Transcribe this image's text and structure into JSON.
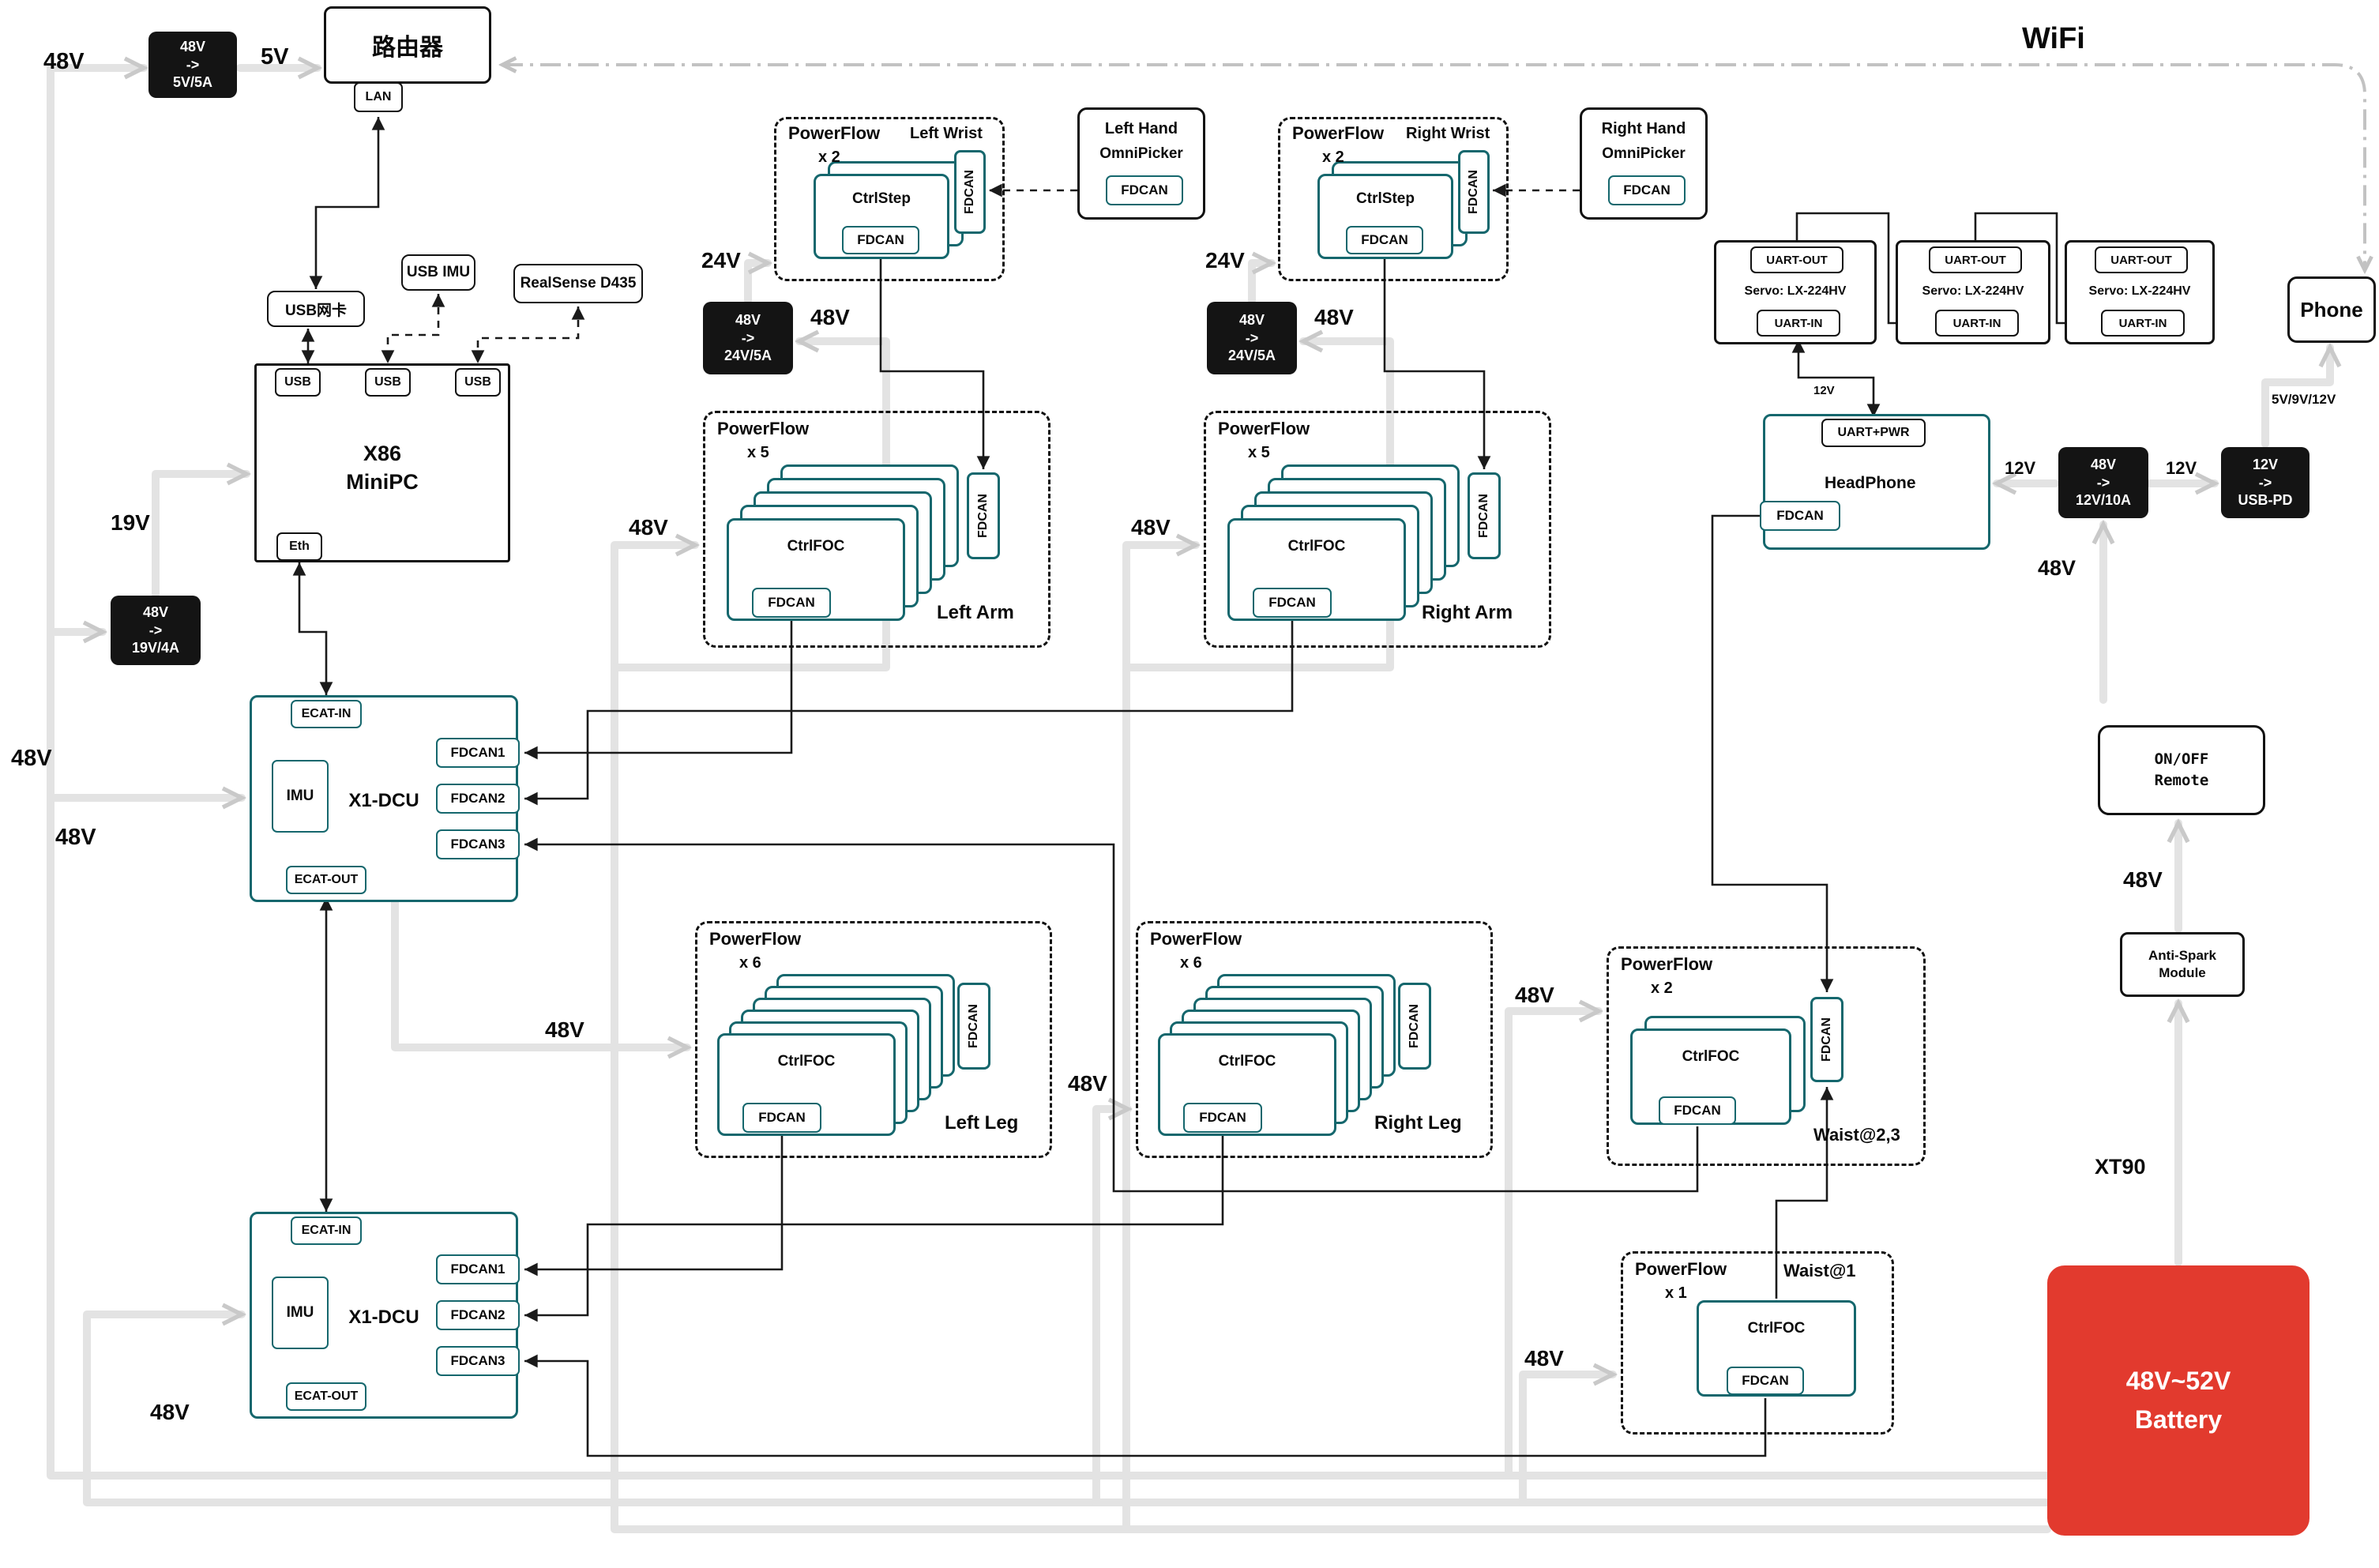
{
  "colors": {
    "teal": "#15676d",
    "battery_red": "#e23a2e",
    "power_gray": "#e3e3e3",
    "signal_black": "#1a1a1a"
  },
  "labels": {
    "wifi": "WiFi",
    "v48_topleft": "48V",
    "v5": "5V",
    "v19": "19V",
    "v48_left": "48V",
    "v48_dcu1": "48V",
    "v48_bottomleft": "48V",
    "v24_left": "24V",
    "v48_convL": "48V",
    "v48_leftarm": "48V",
    "v24_right": "24V",
    "v48_convR": "48V",
    "v48_rightarm": "48V",
    "v48_leftleg": "48V",
    "v48_rightleg": "48V",
    "v48_waist23": "48V",
    "v48_waist1": "48V",
    "v12_headphone": "12V",
    "v12_usbpd": "12V",
    "v12_servo": "12V",
    "v48_conv12": "48V",
    "v_phone": "5V/9V/12V",
    "v48_remote": "48V",
    "xt90": "XT90"
  },
  "router": {
    "title": "路由器",
    "lan": "LAN"
  },
  "phone": {
    "title": "Phone"
  },
  "peripherals": {
    "usb_card": "USB网卡",
    "usb_imu": "USB IMU",
    "realsense": "RealSense D435"
  },
  "minipc": {
    "line1": "X86",
    "line2": "MiniPC",
    "usb1": "USB",
    "usb2": "USB",
    "usb3": "USB",
    "eth": "Eth"
  },
  "dcu": {
    "title": "X1-DCU",
    "imu": "IMU",
    "ecat_in": "ECAT-IN",
    "ecat_out": "ECAT-OUT",
    "fdcan1": "FDCAN1",
    "fdcan2": "FDCAN2",
    "fdcan3": "FDCAN3"
  },
  "converters": {
    "c5": {
      "in": "48V",
      "arrow": "->",
      "out": "5V/5A"
    },
    "c19": {
      "in": "48V",
      "arrow": "->",
      "out": "19V/4A"
    },
    "c24L": {
      "in": "48V",
      "arrow": "->",
      "out": "24V/5A"
    },
    "c24R": {
      "in": "48V",
      "arrow": "->",
      "out": "24V/5A"
    },
    "c12": {
      "in": "48V",
      "arrow": "->",
      "out": "12V/10A"
    },
    "cpd": {
      "in": "12V",
      "arrow": "->",
      "out": "USB-PD"
    }
  },
  "clusters": {
    "left_wrist": {
      "title": "PowerFlow",
      "count": "x 2",
      "name": "Left Wrist",
      "ctrl": "CtrlStep",
      "fdcan": "FDCAN",
      "tab": "FDCAN"
    },
    "right_wrist": {
      "title": "PowerFlow",
      "count": "x 2",
      "name": "Right Wrist",
      "ctrl": "CtrlStep",
      "fdcan": "FDCAN",
      "tab": "FDCAN"
    },
    "left_arm": {
      "title": "PowerFlow",
      "count": "x 5",
      "name": "Left Arm",
      "ctrl": "CtrlFOC",
      "fdcan": "FDCAN",
      "tab": "FDCAN"
    },
    "right_arm": {
      "title": "PowerFlow",
      "count": "x 5",
      "name": "Right Arm",
      "ctrl": "CtrlFOC",
      "fdcan": "FDCAN",
      "tab": "FDCAN"
    },
    "left_leg": {
      "title": "PowerFlow",
      "count": "x 6",
      "name": "Left Leg",
      "ctrl": "CtrlFOC",
      "fdcan": "FDCAN",
      "tab": "FDCAN"
    },
    "right_leg": {
      "title": "PowerFlow",
      "count": "x 6",
      "name": "Right Leg",
      "ctrl": "CtrlFOC",
      "fdcan": "FDCAN",
      "tab": "FDCAN"
    },
    "waist23": {
      "title": "PowerFlow",
      "count": "x 2",
      "name": "Waist@2,3",
      "ctrl": "CtrlFOC",
      "fdcan": "FDCAN",
      "tab": "FDCAN"
    },
    "waist1": {
      "title": "PowerFlow",
      "count": "x 1",
      "name": "Waist@1",
      "ctrl": "CtrlFOC",
      "fdcan": "FDCAN"
    }
  },
  "hands": {
    "left": {
      "line1": "Left Hand",
      "line2": "OmniPicker",
      "fdcan": "FDCAN"
    },
    "right": {
      "line1": "Right Hand",
      "line2": "OmniPicker",
      "fdcan": "FDCAN"
    }
  },
  "servos": [
    {
      "out": "UART-OUT",
      "name": "Servo: LX-224HV",
      "in": "UART-IN"
    },
    {
      "out": "UART-OUT",
      "name": "Servo: LX-224HV",
      "in": "UART-IN"
    },
    {
      "out": "UART-OUT",
      "name": "Servo: LX-224HV",
      "in": "UART-IN"
    }
  ],
  "headphone": {
    "uart": "UART+PWR",
    "title": "HeadPhone",
    "fdcan": "FDCAN"
  },
  "remote": {
    "line1": "ON/OFF",
    "line2": "Remote"
  },
  "antispark": {
    "line1": "Anti-Spark",
    "line2": "Module"
  },
  "battery": {
    "line1": "48V~52V",
    "line2": "Battery"
  }
}
